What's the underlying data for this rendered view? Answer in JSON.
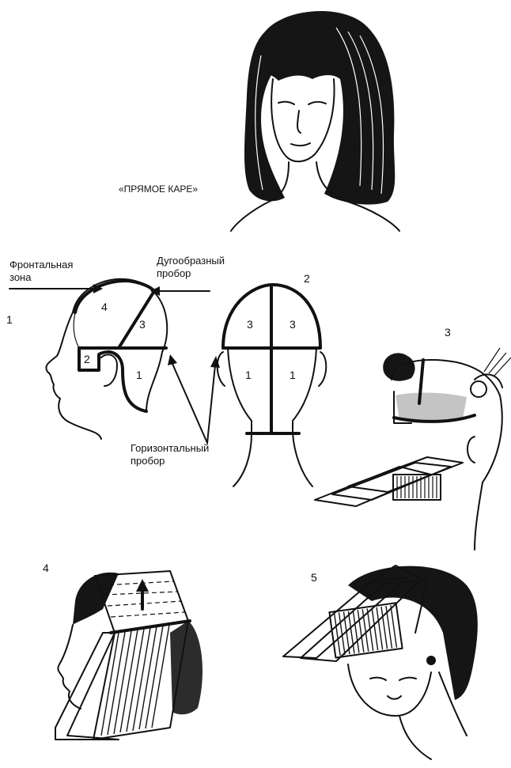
{
  "title": "«ПРЯМОЕ КАРЕ»",
  "labels": {
    "frontal_zone_line1": "Фронтальная",
    "frontal_zone_line2": "зона",
    "arc_part_line1": "Дугообразный",
    "arc_part_line2": "пробор",
    "horizontal_part_line1": "Горизонтальный",
    "horizontal_part_line2": "пробор"
  },
  "figure_numbers": {
    "fig1": "1",
    "fig2": "2",
    "fig3": "3",
    "fig4": "4",
    "fig5": "5"
  },
  "zone_numbers": {
    "side_top": "4",
    "side_crown": "3",
    "side_temple": "2",
    "side_nape": "1",
    "back_top_left": "3",
    "back_top_right": "3",
    "back_bottom_left": "1",
    "back_bottom_right": "1"
  },
  "colors": {
    "ink": "#111111",
    "paper": "#ffffff"
  }
}
